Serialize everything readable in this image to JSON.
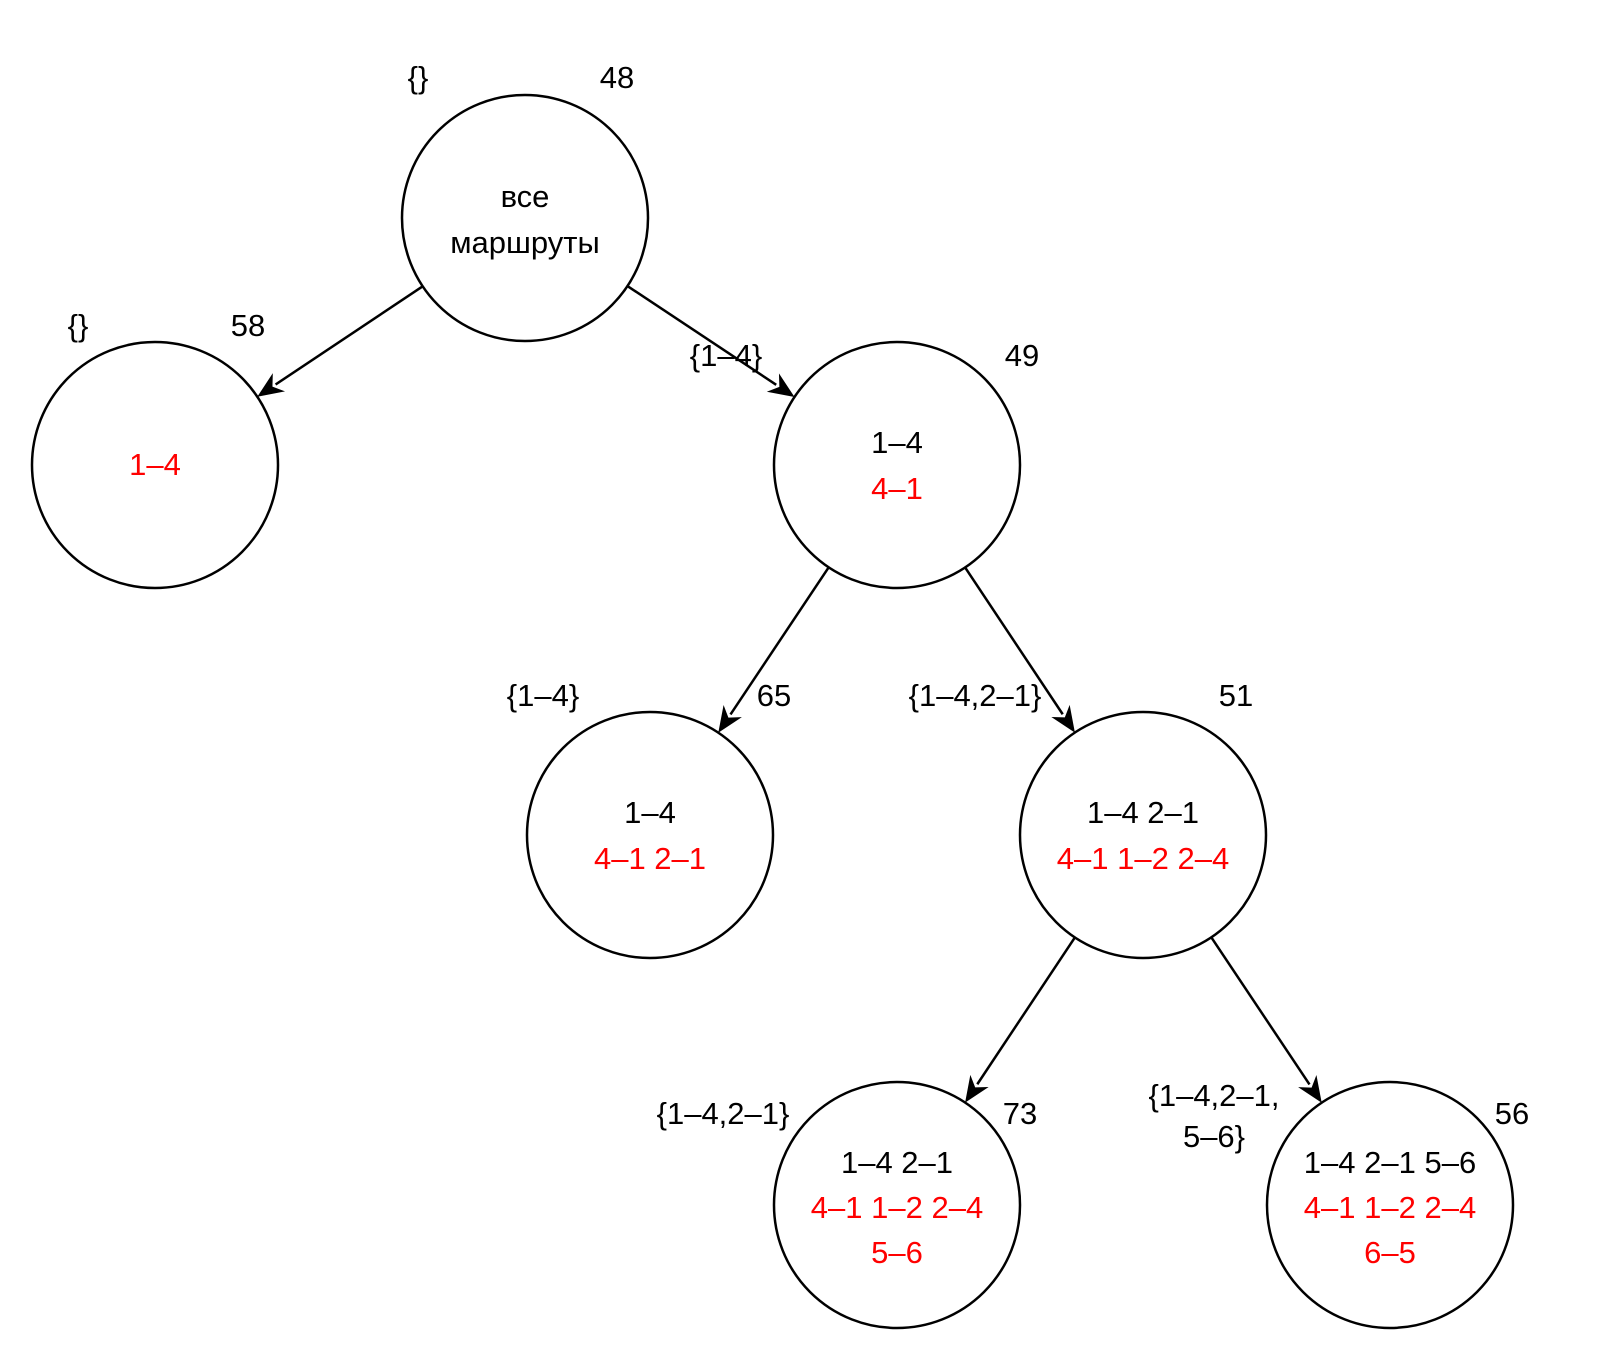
{
  "colors": {
    "black_text": "#000000",
    "red_text": "#ff0000",
    "stroke": "#000000"
  },
  "nodes": {
    "n48": {
      "set": "{}",
      "value": "48",
      "black_lines": [
        "все",
        "маршруты"
      ],
      "red_lines": []
    },
    "n58": {
      "set": "{}",
      "value": "58",
      "black_lines": [],
      "red_lines": [
        "1–4"
      ]
    },
    "n49": {
      "set": "{1–4}",
      "value": "49",
      "black_lines": [
        "1–4"
      ],
      "red_lines": [
        "4–1"
      ]
    },
    "n65": {
      "set": "{1–4}",
      "value": "65",
      "black_lines": [
        "1–4"
      ],
      "red_lines": [
        "4–1 2–1"
      ]
    },
    "n51": {
      "set": "{1–4,2–1}",
      "value": "51",
      "black_lines": [
        "1–4 2–1"
      ],
      "red_lines": [
        "4–1 1–2 2–4"
      ]
    },
    "n73": {
      "set": "{1–4,2–1}",
      "value": "73",
      "black_lines": [
        "1–4 2–1"
      ],
      "red_lines": [
        "4–1 1–2 2–4",
        "5–6"
      ]
    },
    "n56": {
      "set_lines": [
        "{1–4,2–1,",
        "5–6}"
      ],
      "value": "56",
      "black_lines": [
        "1–4 2–1 5–6"
      ],
      "red_lines": [
        "4–1 1–2 2–4",
        "6–5"
      ]
    }
  },
  "edges": [
    {
      "from": "n48",
      "to": "n58"
    },
    {
      "from": "n48",
      "to": "n49"
    },
    {
      "from": "n49",
      "to": "n65"
    },
    {
      "from": "n49",
      "to": "n51"
    },
    {
      "from": "n51",
      "to": "n73"
    },
    {
      "from": "n51",
      "to": "n56"
    }
  ]
}
